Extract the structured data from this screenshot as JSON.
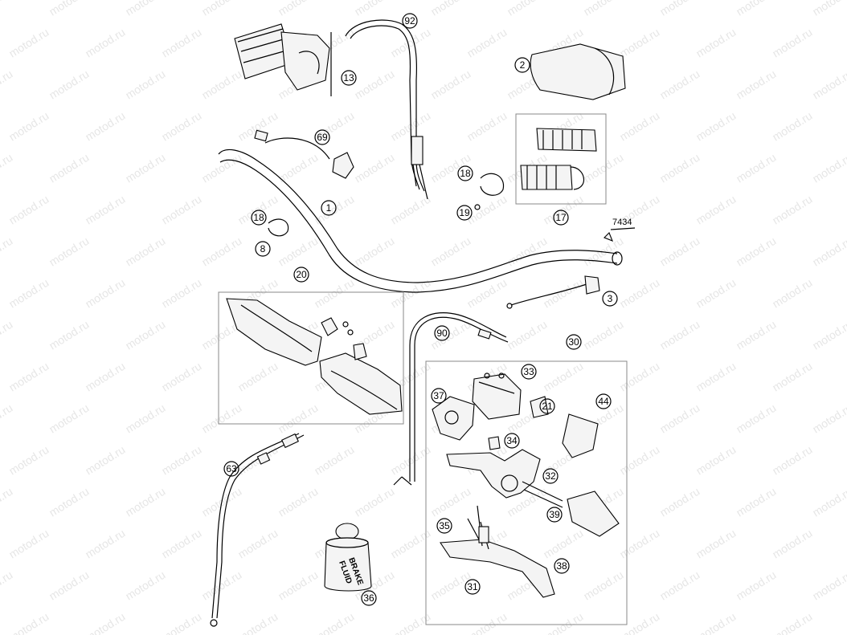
{
  "watermark": "motod.ru",
  "callouts": [
    {
      "id": "92",
      "label": "92"
    },
    {
      "id": "13",
      "label": "13"
    },
    {
      "id": "2",
      "label": "2"
    },
    {
      "id": "69",
      "label": "69"
    },
    {
      "id": "18a",
      "label": "18"
    },
    {
      "id": "17",
      "label": "17"
    },
    {
      "id": "1",
      "label": "1"
    },
    {
      "id": "18b",
      "label": "18"
    },
    {
      "id": "19",
      "label": "19"
    },
    {
      "id": "8",
      "label": "8"
    },
    {
      "id": "20",
      "label": "20"
    },
    {
      "id": "3",
      "label": "3"
    },
    {
      "id": "90",
      "label": "90"
    },
    {
      "id": "30",
      "label": "30"
    },
    {
      "id": "33",
      "label": "33"
    },
    {
      "id": "37",
      "label": "37"
    },
    {
      "id": "21",
      "label": "21"
    },
    {
      "id": "44",
      "label": "44"
    },
    {
      "id": "34",
      "label": "34"
    },
    {
      "id": "63",
      "label": "63"
    },
    {
      "id": "32",
      "label": "32"
    },
    {
      "id": "39",
      "label": "39"
    },
    {
      "id": "35",
      "label": "35"
    },
    {
      "id": "38",
      "label": "38"
    },
    {
      "id": "31",
      "label": "31"
    },
    {
      "id": "36",
      "label": "36"
    }
  ],
  "part_number_label": "7434",
  "brake_fluid": {
    "line1": "BRAKE",
    "line2": "FLUID"
  }
}
